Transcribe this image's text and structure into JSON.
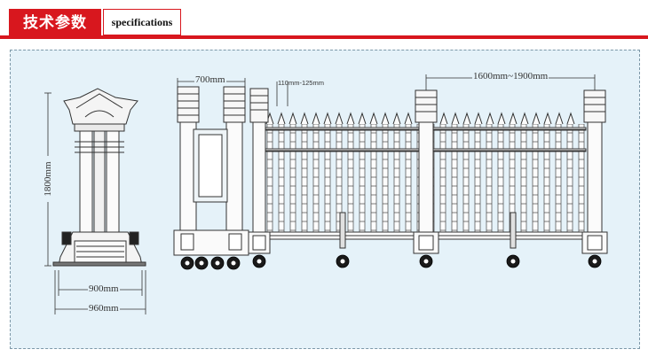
{
  "header": {
    "title_cn": "技术参数",
    "title_en": "specifications",
    "accent_color": "#d8171e"
  },
  "drawing": {
    "background_color": "#e5f2f9",
    "line_color": "#333333",
    "dimensions": {
      "height": "1800mm",
      "base_inner_width": "900mm",
      "base_outer_width": "960mm",
      "door_frame_width": "700mm",
      "bar_spacing": "110mm-125mm",
      "section_length": "1600mm~1900mm"
    }
  }
}
